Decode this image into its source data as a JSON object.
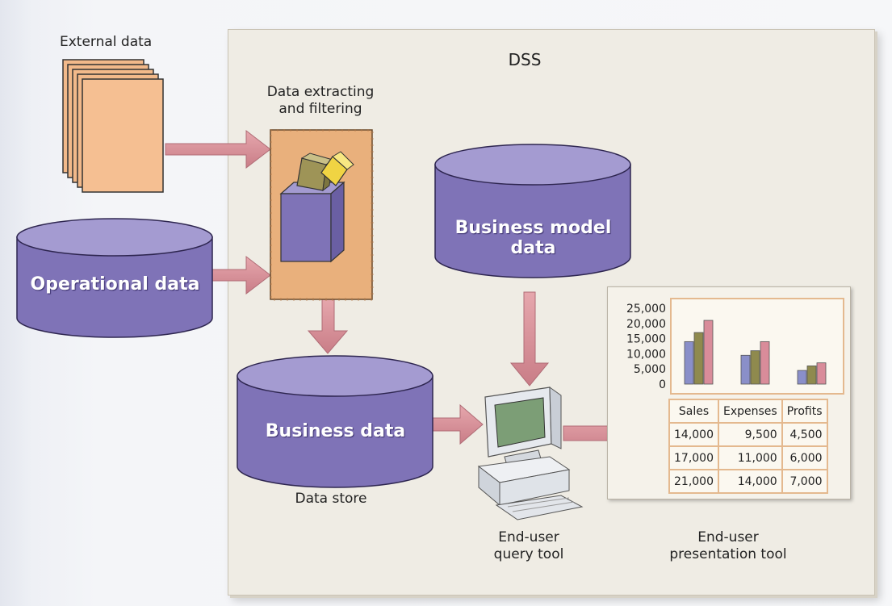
{
  "labels": {
    "external_data": "External data",
    "dss": "DSS",
    "extracting": [
      "Data extracting",
      "and filtering"
    ],
    "data_store": "Data store",
    "query_tool": [
      "End-user",
      "query tool"
    ],
    "presentation_tool": [
      "End-user",
      "presentation tool"
    ]
  },
  "cylinders": {
    "operational": "Operational data",
    "business_model": "Business model data",
    "business": "Business data"
  },
  "chart_data": {
    "type": "bar",
    "categories": [
      "Sales",
      "Expenses",
      "Profits"
    ],
    "series": [
      {
        "values": [
          14000,
          9500,
          4500
        ]
      },
      {
        "values": [
          17000,
          11000,
          6000
        ]
      },
      {
        "values": [
          21000,
          14000,
          7000
        ]
      }
    ],
    "ylim": [
      0,
      25000
    ],
    "yticks": [
      "25,000",
      "20,000",
      "15,000",
      "10,000",
      "5,000",
      "0"
    ],
    "colors": [
      "#8a8fc9",
      "#8f8a4e",
      "#d98c9a"
    ]
  },
  "table": {
    "headers": [
      "Sales",
      "Expenses",
      "Profits"
    ],
    "rows": [
      [
        "14,000",
        "9,500",
        "4,500"
      ],
      [
        "17,000",
        "11,000",
        "6,000"
      ],
      [
        "21,000",
        "14,000",
        "7,000"
      ]
    ]
  },
  "colors": {
    "cylinder": "#7f73b7",
    "cylinder_top": "#a49bd1",
    "arrow": "#d9939b",
    "document": "#f2b98a",
    "filter_box": "#e9b07c"
  }
}
